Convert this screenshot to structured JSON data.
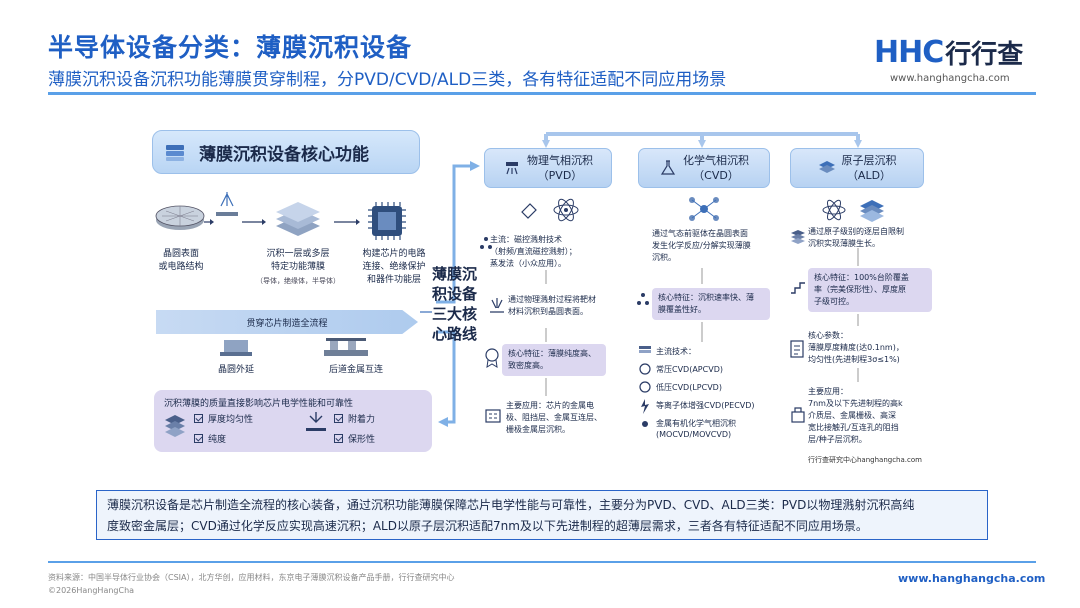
{
  "header": {
    "title": "半导体设备分类：薄膜沉积设备",
    "subtitle": "薄膜沉积设备沉积功能薄膜贯穿制程，分PVD/CVD/ALD三类，各有特征适配不同应用场景",
    "logo_text": "HHC",
    "logo_cn": "行行查",
    "logo_url": "www.hanghangcha.com"
  },
  "diagram": {
    "core_title": "薄膜沉积设备核心功能",
    "flow": {
      "step1_line1": "晶圆表面",
      "step1_line2": "或电路结构",
      "step2_line1": "沉积一层或多层",
      "step2_line2": "特定功能薄膜",
      "step2_note": "（导体，绝缘体，半导体）",
      "step3_line1": "构建芯片的电路",
      "step3_line2": "连接、绝缘保护",
      "step3_line3": "和器件功能层"
    },
    "process_bar": "贯穿芯片制造全流程",
    "process_left": "晶圆外延",
    "process_right": "后道金属互连",
    "quality": {
      "title": "沉积薄膜的质量直接影响芯片电学性能和可靠性",
      "items": [
        "厚度均匀性",
        "附着力",
        "纯度",
        "保形性"
      ]
    },
    "center_label_l1": "薄膜沉",
    "center_label_l2": "积设备",
    "center_label_l3": "三大核",
    "center_label_l4": "心路线",
    "pvd": {
      "head_l1": "物理气相沉积",
      "head_l2": "（PVD）",
      "main_l1": "主流：磁控溅射技术",
      "main_l2": "（射频/直流磁控溅射）；",
      "main_l3": "蒸发法（小众应用）。",
      "desc_l1": "通过物理溅射过程将靶材",
      "desc_l2": "材料沉积到晶圆表面。",
      "feature_l1": "核心特征：薄膜纯度高、",
      "feature_l2": "致密度高。",
      "app_l1": "主要应用：芯片的金属电",
      "app_l2": "极、阻挡层、金属互连层、",
      "app_l3": "栅极金属层沉积。"
    },
    "cvd": {
      "head_l1": "化学气相沉积",
      "head_l2": "（CVD）",
      "desc_l1": "通过气态前驱体在晶圆表面",
      "desc_l2": "发生化学反应/分解实现薄膜",
      "desc_l3": "沉积。",
      "feature_l1": "核心特征：沉积速率快、薄",
      "feature_l2": "膜覆盖性好。",
      "tech_title": "主流技术：",
      "tech_1": "常压CVD(APCVD)",
      "tech_2": "低压CVD(LPCVD)",
      "tech_3": "等离子体增强CVD(PECVD)",
      "tech_4_l1": "金属有机化学气相沉积",
      "tech_4_l2": "(MOCVD/MOVCVD)"
    },
    "ald": {
      "head_l1": "原子层沉积",
      "head_l2": "（ALD）",
      "desc_l1": "通过原子级别的逐层自限制",
      "desc_l2": "沉积实现薄膜生长。",
      "feature_l1": "核心特征：100%台阶覆盖",
      "feature_l2": "率（完美保形性）、厚度原",
      "feature_l3": "子级可控。",
      "param_l1": "核心参数：",
      "param_l2": "薄膜厚度精度(达0.1nm)，",
      "param_l3": "均匀性(先进制程3σ≤1%)",
      "app_l1": "主要应用：",
      "app_l2": "7nm及以下先进制程的高k",
      "app_l3": "介质层、金属栅极、高深",
      "app_l4": "宽比接触孔/互连孔的阻挡",
      "app_l5": "层/种子层沉积。"
    },
    "watermark": "行行查研究中心hanghangcha.com"
  },
  "summary_l1": "薄膜沉积设备是芯片制造全流程的核心装备，通过沉积功能薄膜保障芯片电学性能与可靠性，主要分为PVD、CVD、ALD三类：PVD以物理溅射沉积高纯",
  "summary_l2": "度致密金属层；CVD通过化学反应实现高速沉积；ALD以原子层沉积适配7nm及以下先进制程的超薄层需求，三者各有特征适配不同应用场景。",
  "footer": {
    "source": "资料来源：中国半导体行业协会（CSIA），北方华创，应用材料，东京电子薄膜沉积设备产品手册，行行查研究中心",
    "copyright": "©2026HangHangCha",
    "url": "www.hanghangcha.com"
  }
}
